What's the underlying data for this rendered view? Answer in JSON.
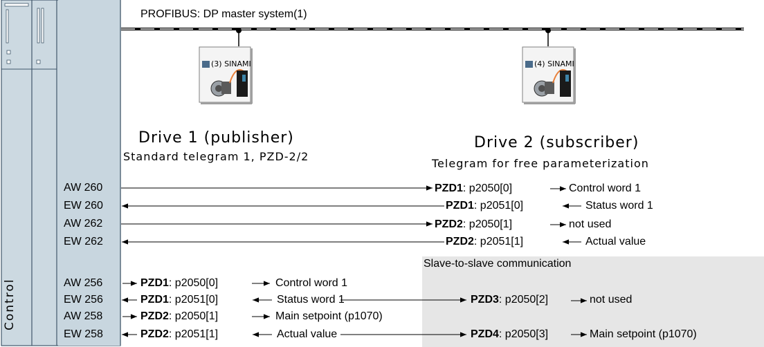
{
  "bus": {
    "label": "PROFIBUS: DP master system(1)"
  },
  "plc": {
    "label": "Control"
  },
  "drive1": {
    "icon_caption": "(3) SINAMI",
    "title": "Drive 1 (publisher)",
    "subtitle": "Standard telegram 1, PZD-2/2"
  },
  "drive2": {
    "icon_caption": "(4) SINAMI",
    "title": "Drive 2 (subscriber)",
    "subtitle": "Telegram for free parameterization"
  },
  "s2s": {
    "label": "Slave-to-slave communication"
  },
  "rows": [
    {
      "addr": "AW 260",
      "pzd": "PZD1",
      "param": ": p2050[0]",
      "desc": "Control word 1"
    },
    {
      "addr": "EW 260",
      "pzd": "PZD1",
      "param": ": p2051[0]",
      "desc": "Status word 1"
    },
    {
      "addr": "AW 262",
      "pzd": "PZD2",
      "param": ": p2050[1]",
      "desc": "not used"
    },
    {
      "addr": "EW 262",
      "pzd": "PZD2",
      "param": ": p2051[1]",
      "desc": "Actual value"
    },
    {
      "addr": "AW 256",
      "pzd": "PZD1",
      "param": ": p2050[0]",
      "desc": "Control word 1"
    },
    {
      "addr": "EW 256",
      "pzd": "PZD1",
      "param": ": p2051[0]",
      "desc": "Status word 1"
    },
    {
      "addr": "AW 258",
      "pzd": "PZD2",
      "param": ": p2050[1]",
      "desc": "Main setpoint (p1070)"
    },
    {
      "addr": "EW 258",
      "pzd": "PZD2",
      "param": ": p2051[1]",
      "desc": "Actual value"
    }
  ],
  "sub_rows": [
    {
      "pzd": "PZD3",
      "param": ": p2050[2]",
      "desc": "not used"
    },
    {
      "pzd": "PZD4",
      "param": ": p2050[3]",
      "desc": "Main setpoint (p1070)"
    }
  ]
}
